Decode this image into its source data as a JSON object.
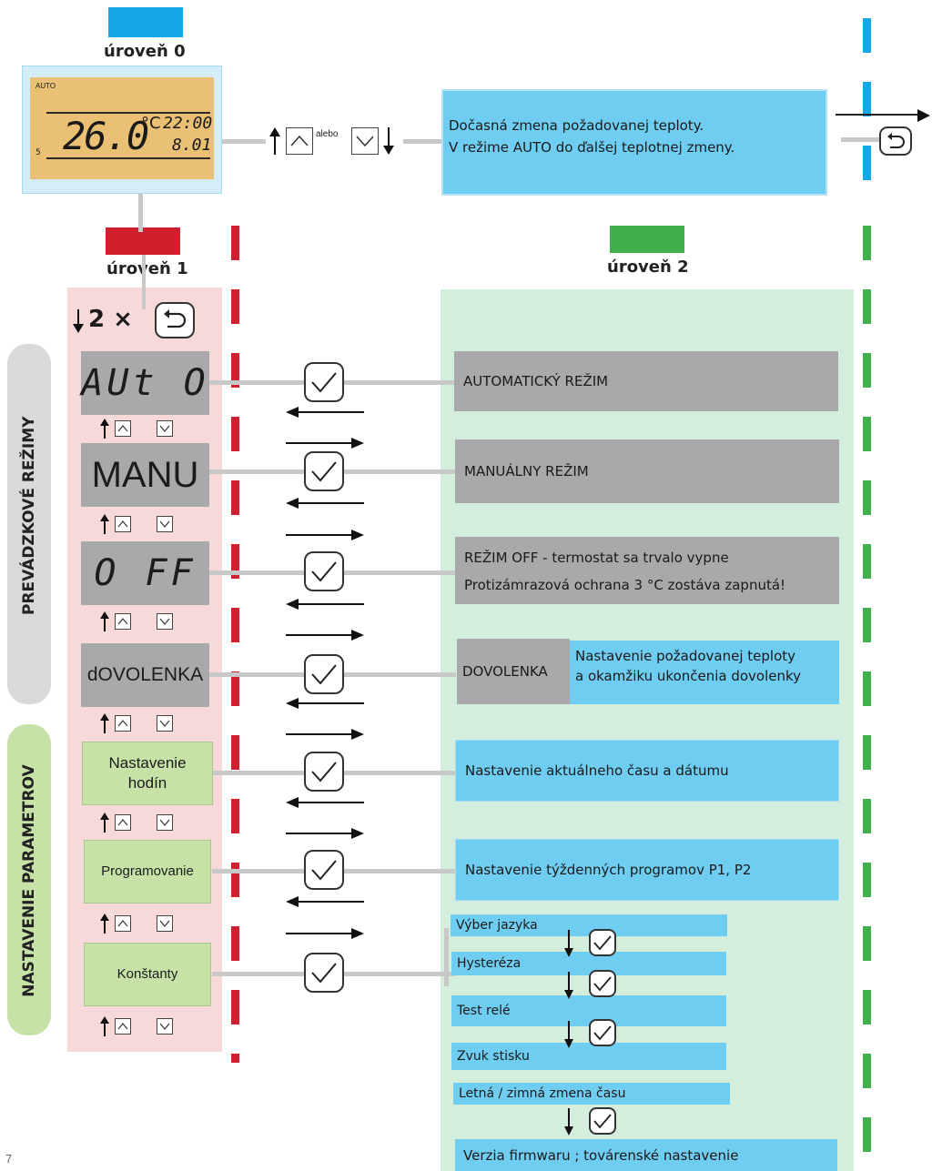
{
  "levels": {
    "level0": "úroveň 0",
    "level1": "úroveň 1",
    "level2": "úroveň 2"
  },
  "colors": {
    "level0": "#14a7e6",
    "level1": "#d0202e",
    "level2": "#3fb04b",
    "lcd": "#e9c074",
    "info_blue": "#6fcdf2",
    "menu_gray": "#a9a9ab",
    "menu_green": "#c6e2a7"
  },
  "lcd": {
    "mode": "AUTO",
    "temperature": "26.0",
    "unit": "°C",
    "time": "22:00",
    "date": "8.01",
    "side_digit": "5"
  },
  "top_flow": {
    "or_label": "alebo",
    "info_line1": "Dočasná zmena požadovanej teploty.",
    "info_line2": "V režime AUTO do ďalšej teplotnej zmeny."
  },
  "level1_header": {
    "repeat": "2 ×"
  },
  "side_groups": {
    "operating_modes": "PREVÁDZKOVÉ REŽIMY",
    "parameter_setup": "NASTAVENIE PARAMETROV"
  },
  "menu": [
    {
      "label": "AUt O",
      "info": "AUTOMATICKÝ REŽIM"
    },
    {
      "label": "MANU",
      "info": "MANUÁLNY REŽIM"
    },
    {
      "label": "O FF",
      "info1": "REŽIM OFF - termostat sa trvalo vypne",
      "info2": "Protizámrazová ochrana 3 °C zostáva zapnutá!"
    },
    {
      "label": "dOVOLENKA",
      "info": "DOVOLENKA",
      "info_detail1": "Nastavenie požadovanej teploty",
      "info_detail2": "a okamžiku ukončenia dovolenky"
    },
    {
      "label1": "Nastavenie",
      "label2": "hodín",
      "info": "Nastavenie aktuálneho času a dátumu"
    },
    {
      "label": "Programovanie",
      "info": "Nastavenie týždenných programov P1, P2"
    },
    {
      "label": "Konštanty"
    }
  ],
  "constants": [
    "Výber jazyka",
    "Hysteréza",
    "Test relé",
    "Zvuk stisku",
    "Letná / zimná zmena času",
    "Verzia firmwaru ; továrenské  nastavenie"
  ],
  "page_number": "7"
}
